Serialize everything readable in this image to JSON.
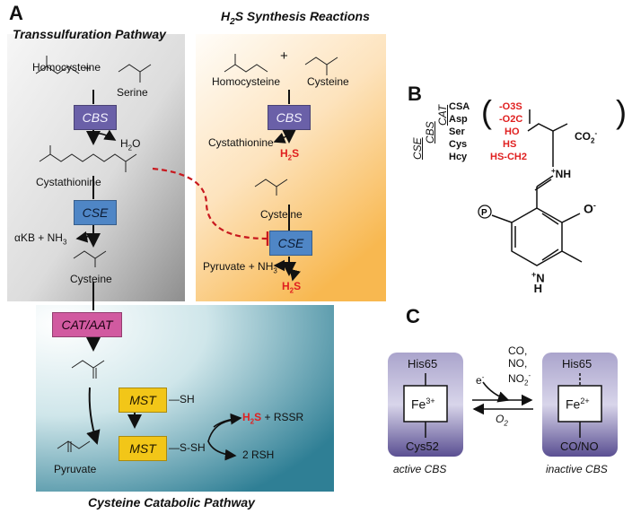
{
  "panelA": {
    "letter": "A",
    "trans_title": "Transsulfuration Pathway",
    "h2s_title_pre": "H",
    "h2s_title_sub": "2",
    "h2s_title_post": "S Synthesis Reactions",
    "homocysteine": "Homocysteine",
    "serine": "Serine",
    "plus": "+",
    "cbs": "CBS",
    "h2o": "H2O",
    "cystathionine": "Cystathionine",
    "cse": "CSE",
    "akb_nh3": "αKB + NH3",
    "cysteine": "Cysteine",
    "h2s": "H2S",
    "pyruvate_nh3": "Pyruvate + NH3",
    "cat_aat": "CAT/AAT",
    "mst": "MST",
    "sh": "SH",
    "ssh": "S-SH",
    "rssr": "+ RSSR",
    "two_rsh": "2 RSH",
    "pyruvate": "Pyruvate",
    "catabolic_title": "Cysteine Catabolic Pathway"
  },
  "panelB": {
    "letter": "B",
    "enzymes": [
      "CSE",
      "CBS",
      "CAT"
    ],
    "substrates": [
      "CSA",
      "Asp",
      "Ser",
      "Cys",
      "Hcy"
    ],
    "groups": [
      "-O3S",
      "-O2C",
      "HO",
      "HS",
      "HS-CH2"
    ],
    "co2": "CO2-",
    "nh": "NH",
    "p": "P",
    "o_minus": "O-",
    "n_h": "N",
    "h": "H"
  },
  "panelC": {
    "letter": "C",
    "his": "His65",
    "fe3": "Fe3+",
    "fe2": "Fe2+",
    "cys52": "Cys52",
    "conoligand": "CO/NO",
    "active": "active CBS",
    "inactive": "inactive CBS",
    "e_minus": "e-",
    "co": "CO,",
    "no": "NO,",
    "no2": "NO2-",
    "o2": "O2"
  },
  "colors": {
    "cbs_box": "#6a60a8",
    "cse_box": "#4f86c6",
    "cat_box": "#d15aa0",
    "mst_box": "#f2c618",
    "h2s_red": "#e02020",
    "inhibit_red": "#c8181e"
  }
}
